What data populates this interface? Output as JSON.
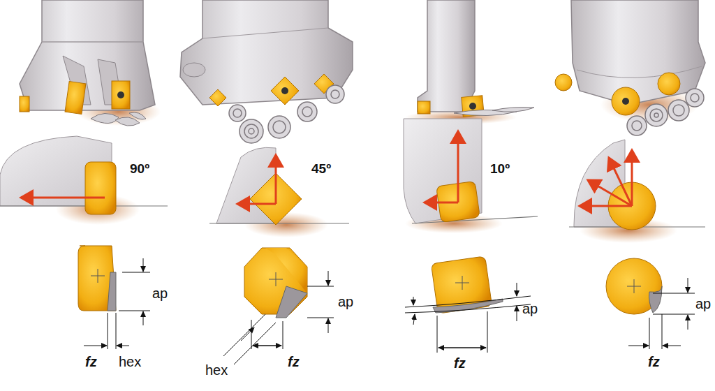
{
  "diagram": {
    "labels": [
      "90º",
      "45º",
      "10º",
      "ap",
      "fz",
      "hex",
      "hex",
      "fz",
      "ap",
      "ap",
      "fz",
      "ap",
      "fz"
    ]
  }
}
